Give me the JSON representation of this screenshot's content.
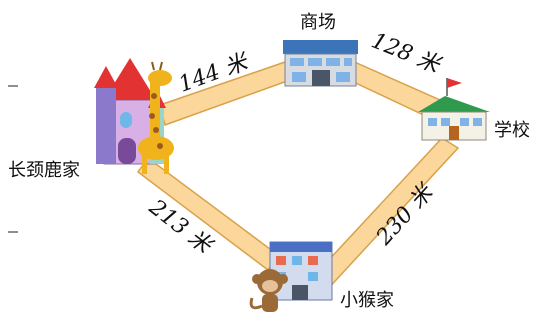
{
  "places": {
    "mall": "商场",
    "school": "学校",
    "giraffe_home": "长颈鹿家",
    "monkey_home": "小猴家"
  },
  "routes": {
    "giraffe_to_mall": "144 米",
    "mall_to_school": "128 米",
    "giraffe_to_monkey": "213 米",
    "school_to_monkey": "230 米"
  },
  "colors": {
    "road_fill": "#fbd79b",
    "road_edge": "#d9a14a",
    "castle_wall": "#d9b0e6",
    "castle_roof": "#e33232",
    "castle_tower": "#8b7acb",
    "giraffe": "#f0b31c",
    "mall_roof": "#3b74b8",
    "school_roof": "#2f9a4d",
    "apartment": "#4a6fc4",
    "monkey": "#9b6a36"
  },
  "icons": {
    "castle": "castle-icon",
    "giraffe": "giraffe-icon",
    "mall": "mall-building-icon",
    "school": "school-building-icon",
    "flag": "flag-icon",
    "apartment": "apartment-building-icon",
    "monkey": "monkey-icon"
  }
}
